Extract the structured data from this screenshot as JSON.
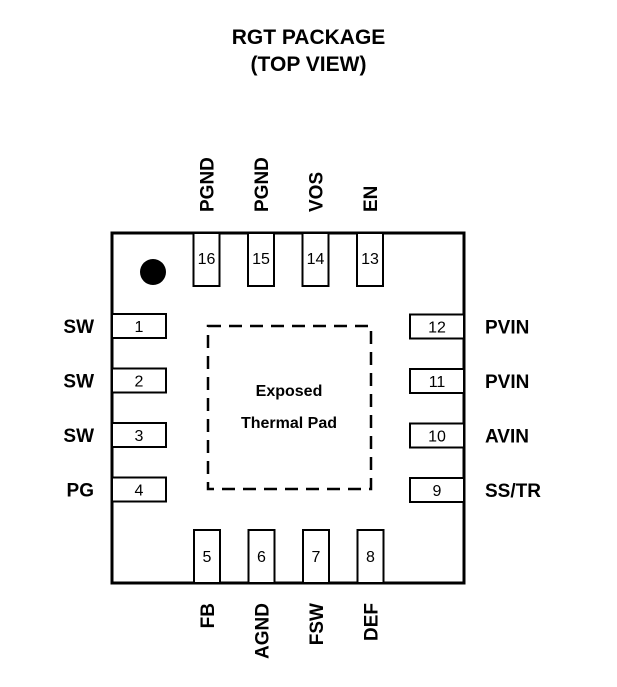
{
  "title": {
    "line1": "RGT PACKAGE",
    "line2": "(TOP VIEW)"
  },
  "thermal_pad": {
    "line1": "Exposed",
    "line2": "Thermal Pad"
  },
  "pins": {
    "left": [
      {
        "num": "1",
        "name": "SW"
      },
      {
        "num": "2",
        "name": "SW"
      },
      {
        "num": "3",
        "name": "SW"
      },
      {
        "num": "4",
        "name": "PG"
      }
    ],
    "bottom": [
      {
        "num": "5",
        "name": "FB"
      },
      {
        "num": "6",
        "name": "AGND"
      },
      {
        "num": "7",
        "name": "FSW"
      },
      {
        "num": "8",
        "name": "DEF"
      }
    ],
    "right": [
      {
        "num": "9",
        "name": "SS/TR"
      },
      {
        "num": "10",
        "name": "AVIN"
      },
      {
        "num": "11",
        "name": "PVIN"
      },
      {
        "num": "12",
        "name": "PVIN"
      }
    ],
    "top": [
      {
        "num": "13",
        "name": "EN"
      },
      {
        "num": "14",
        "name": "VOS"
      },
      {
        "num": "15",
        "name": "PGND"
      },
      {
        "num": "16",
        "name": "PGND"
      }
    ]
  }
}
